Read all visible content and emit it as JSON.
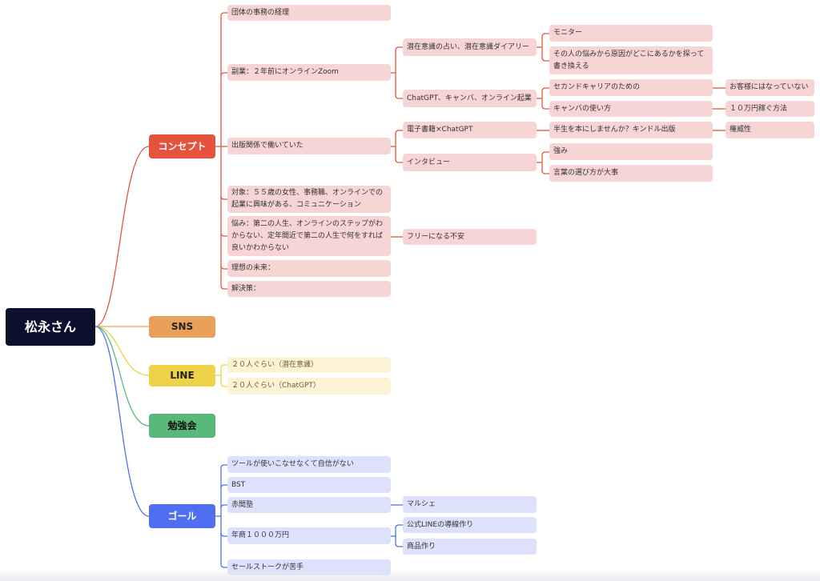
{
  "root": {
    "label": "松永さん"
  },
  "branches": {
    "concept": "コンセプト",
    "sns": "SNS",
    "line": "LINE",
    "study": "勉強会",
    "goal": "ゴール"
  },
  "concept": {
    "c1": "団体の事務の経理",
    "c2": "副業：２年前にオンラインZoom",
    "c2a": "潜在意識の占い、潜在意識ダイアリー",
    "c2a1": "モニター",
    "c2a2": "その人の悩みから原因がどこにあるかを探って書き換える",
    "c2b": "ChatGPT、キャンバ、オンライン起業",
    "c2b1": "セカンドキャリアのための",
    "c2b1a": "お客様にはなっていない",
    "c2b2": "キャンバの使い方",
    "c2b2a": "１０万円稼ぐ方法",
    "c3": "出版関係で働いていた",
    "c3a": "電子書籍×ChatGPT",
    "c3a1": "半生を本にしませんか？キンドル出版",
    "c3a1a": "権威性",
    "c3b": "インタビュー",
    "c3b1": "強み",
    "c3b2": "言葉の選び方が大事",
    "c4": "対象：５５歳の女性、事務職、オンラインでの起業に興味がある、コミュニケーション",
    "c5": "悩み：第二の人生、オンラインのステップがわからない、定年間近で第二の人生で何をすれば良いかわからない",
    "c5a": "フリーになる不安",
    "c6": "理想の未来：",
    "c7": "解決策："
  },
  "line": {
    "l1": "２０人ぐらい（潜在意識）",
    "l2": "２０人ぐらい（ChatGPT）"
  },
  "goal": {
    "g1": "ツールが使いこなせなくて自信がない",
    "g2": "BST",
    "g3": "赤間塾",
    "g3a": "マルシェ",
    "g4": "年商１０００万円",
    "g4a": "公式LINEの導線作り",
    "g4b": "商品作り",
    "g5": "セールストークが苦手"
  },
  "colors": {
    "concept": "#e5533e",
    "sns": "#e9a05b",
    "line": "#eed34a",
    "study": "#58b97b",
    "goal": "#4f6ff0"
  }
}
